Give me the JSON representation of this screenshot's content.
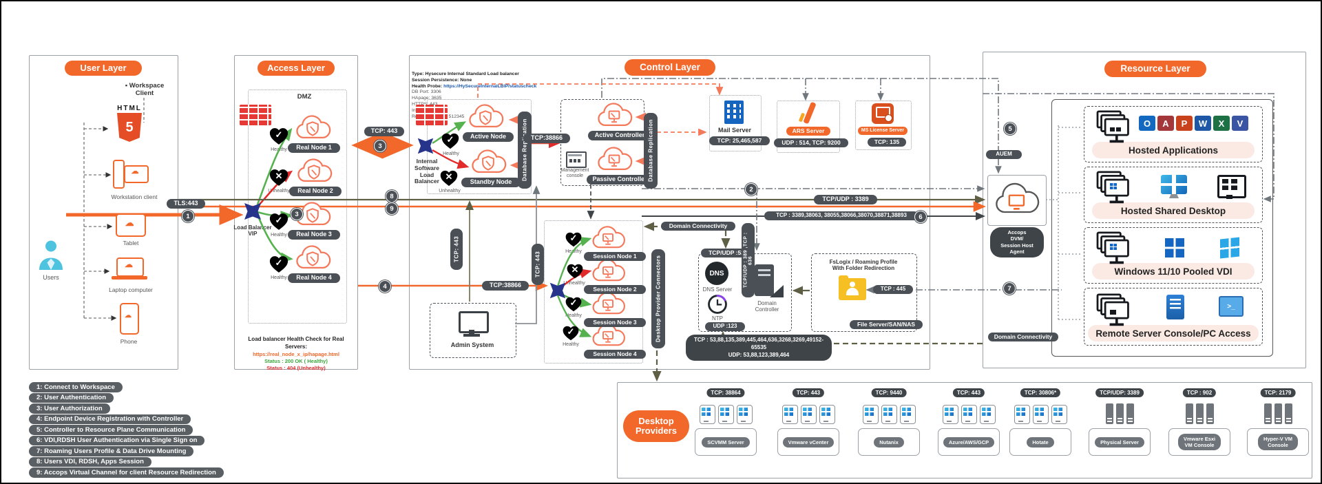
{
  "icons": {
    "check": "✓",
    "cross": "✕",
    "cloud": "☁",
    "prompt": ">_"
  },
  "user_layer": {
    "title": "User Layer",
    "workspace_client": "▪ Workspace\nClient",
    "html_word": "HTML",
    "html_five": "5",
    "users": "Users",
    "devices": {
      "workstation": "Workstation client",
      "tablet": "Tablet",
      "laptop": "Laptop computer",
      "phone": "Phone"
    }
  },
  "access_layer": {
    "title": "Access Layer",
    "dmz": "DMZ",
    "tls_badge": "TLS:443",
    "lb_vip": "Load Balancer\nVIP",
    "real_nodes": [
      "Real Node 1",
      "Real Node 2",
      "Real Node 3",
      "Real Node 4"
    ],
    "health": [
      "Healthy",
      "Unhealthy",
      "Healthy",
      "Healthy"
    ],
    "health_check": {
      "title": "Load balancer Health Check for Real Servers:",
      "url": "https://real_node_x_ip/hapage.html",
      "ok": "Status : 200 OK ( Healthy)",
      "fail": "Status : 404 (Unhealthy)"
    }
  },
  "control_layer": {
    "title": "Control Layer",
    "lb_info_bold": [
      "Type: Hysecure Internal Standard Load balancer",
      "Session Persistence: None"
    ],
    "probe_label": "Health Probe:",
    "probe_url": " https://HySecureInternalLBIP/statuscheck",
    "lb_info_rest": [
      "DB Port: 3306",
      "HApage: 3635",
      "HTTPS: 443",
      "Infoagent : 939",
      "Remote Meeting: 512345"
    ],
    "tcp443_badge": "TCP: 443",
    "internal_lb": "Internal\nSoftware\nLoad\nBalancer",
    "active_node": "Active Node",
    "standby_node": "Standby Node",
    "healthy": "Healthy",
    "unhealthy": "Unhealthy",
    "db_replication": "Database Replication",
    "tcp38866_badge": "TCP:38866",
    "management_console": "Management\nconsole",
    "active_controller": "Active Controller",
    "passive_controller": "Passive Controller",
    "mail_server": {
      "label": "Mail Server",
      "ports": "TCP: 25,465,587"
    },
    "ars_server": {
      "label": "ARS Server",
      "ports": "UDP : 514, TCP: 9200"
    },
    "license_server": {
      "label": "MS License Server",
      "ports": "TCP: 135"
    },
    "session_nodes": [
      "Session Node 1",
      "Session Node 2",
      "Session Node 3",
      "Session Node 4"
    ],
    "session_health": [
      "Healthy",
      "Unhealthy",
      "Healthy",
      "Healthy"
    ],
    "session_tcp38866": "TCP:38866",
    "tcp443_vertical": "TCP: 443",
    "admin_system": "Admin System",
    "provider_connectors": "Desktop Provider Connectors",
    "domain": {
      "connectivity": "Domain Connectivity",
      "dns_badge": "TCP/UDP :53",
      "dns_text": "DNS",
      "dns_label": "DNS Server",
      "ntp_label": "NTP",
      "ntp_badge": "UDP :123",
      "ldap_badge": "TCP/UDP : 389 ,TCP : 636",
      "dc_label": "Domain\nController",
      "ports_tcp": "TCP : 53,88,135,389,445,464,636,3268,3269,49152-65535",
      "ports_udp": "UDP: 53,88,123,389,464"
    },
    "fslogix": {
      "title": "FsLogix / Roaming Profile\nWith Folder Redirection",
      "smb_badge": "TCP : 445",
      "file_server": "File Server/SAN/NAS"
    }
  },
  "flows": {
    "tcp_udp_3389": "TCP/UDP : 3389",
    "tcp_multi": "TCP : 3389,38063, 38055,38066,38070,38871,38893",
    "markers": {
      "m1": "1",
      "m2": "2",
      "m3": "3",
      "m3b": "3",
      "m4": "4",
      "m5": "5",
      "m6": "6",
      "m7": "7",
      "m8": "8",
      "m9": "9"
    }
  },
  "resource_layer": {
    "title": "Resource Layer",
    "auem": "AUEM",
    "agent": "Accops\nDVM/\nSession Host\nAgent",
    "domain_connectivity": "Domain Connectivity",
    "groups": [
      "Hosted Applications",
      "Hosted Shared Desktop",
      "Windows 11/10 Pooled VDI",
      "Remote Server Console/PC Access"
    ],
    "office": [
      "O",
      "A",
      "P",
      "W",
      "X",
      "V"
    ]
  },
  "providers": {
    "title": "Desktop\nProviders",
    "items": [
      {
        "port": "TCP: 38864",
        "label": "SCVMM Server"
      },
      {
        "port": "TCP: 443",
        "label": "Vmware vCenter"
      },
      {
        "port": "TCP: 9440",
        "label": "Nutanix"
      },
      {
        "port": "TCP: 443",
        "label": "Azure/AWS/GCP"
      },
      {
        "port": "TCP: 30806*",
        "label": "Hotate"
      },
      {
        "port": "TCP/UDP: 3389",
        "label": "Physical Server"
      },
      {
        "port": "TCP : 902",
        "label": "Vmware Esxi\nVM Console"
      },
      {
        "port": "TCP: 2179",
        "label": "Hyper-V VM\nConsole"
      }
    ]
  },
  "legend": [
    "1: Connect to Workspace",
    "2: User Authentication",
    "3: User Authorization",
    "4: Endpoint Device Registration  with Controller",
    "5: Controller to Resource Plane Communication",
    "6: VDI,RDSH User Authentication via Single Sign on",
    "7: Roaming Users Profile & Data Drive Mounting",
    "8: Users VDI, RDSH, Apps Session",
    "9: Accops Virtual Channel for client Resource Redirection"
  ],
  "colors": {
    "accent_orange": "#f2672a",
    "salmon": "#f4795b",
    "badge_dark": "#4a5056",
    "green": "#56b14f",
    "red": "#e12b2b",
    "navy": "#27348b",
    "olive": "#5f5f45",
    "brick_red": "#e53935",
    "blue": "#1565c0",
    "folder_yellow": "#f6c024"
  }
}
